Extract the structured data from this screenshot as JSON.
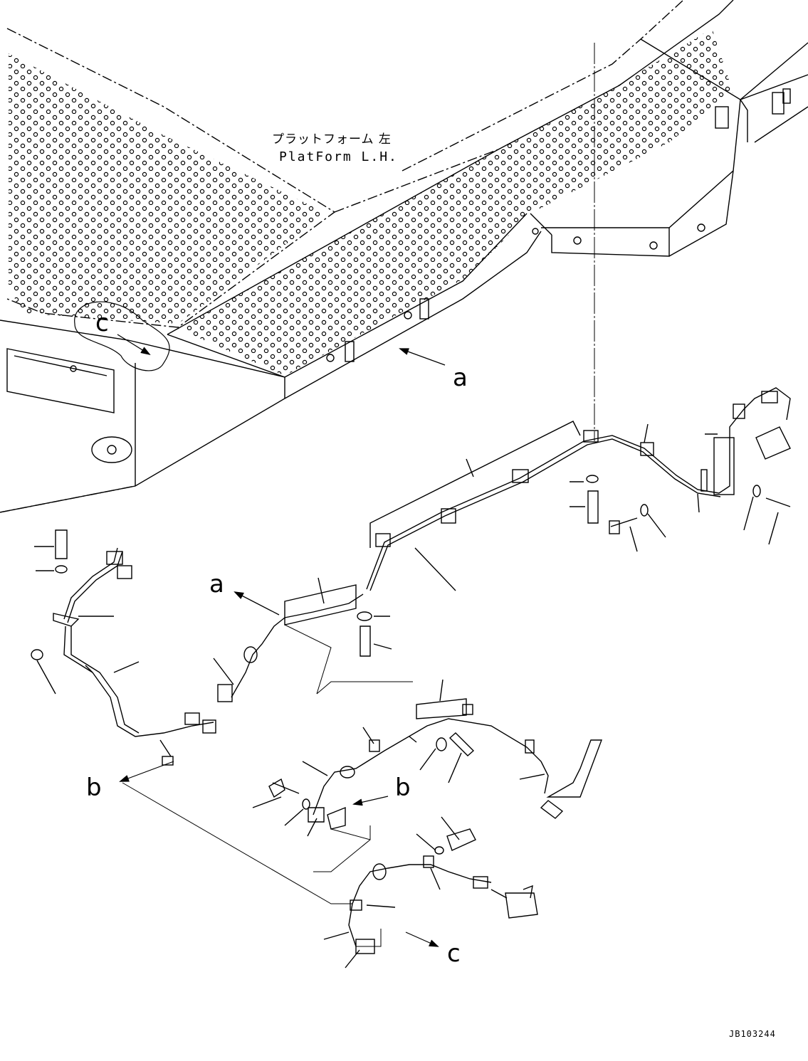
{
  "title_jp": "プラットフォーム 左",
  "title_en": "PlatForm L.H.",
  "view_labels": {
    "a_top": "a",
    "a_mid": "a",
    "b_left": "b",
    "b_mid": "b",
    "c_top": "c",
    "c_bottom": "c"
  },
  "drawing_number": "JB103244",
  "stroke_color": "#000000"
}
